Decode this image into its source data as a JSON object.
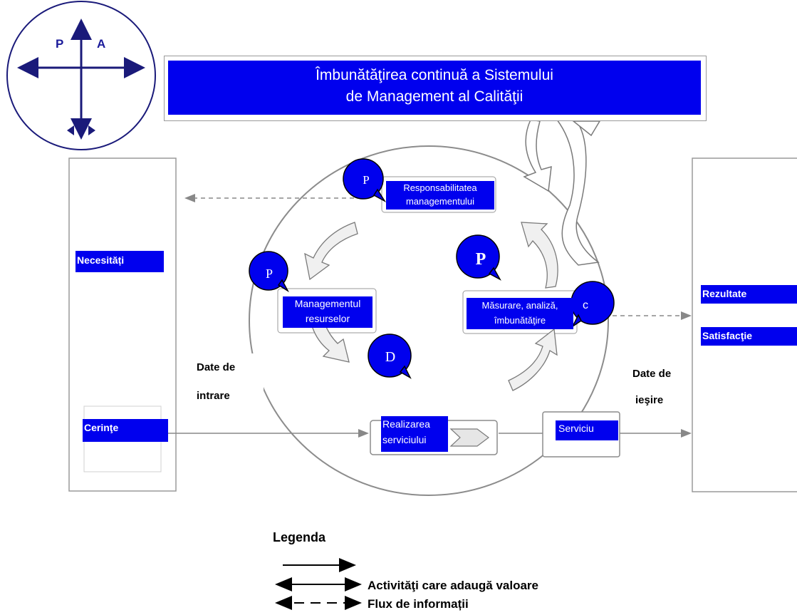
{
  "colors": {
    "accent_blue": "#0000ee",
    "navy": "#1a1a7a",
    "outline_gray": "#8c8c8c",
    "text_white": "#ffffff"
  },
  "compass": {
    "left_letter": "P",
    "right_letter": "A"
  },
  "header": {
    "line1": "Îmbunătăţirea continuă a Sistemului",
    "line2": "de Management al Calităţii"
  },
  "left_panel": {
    "needs_label": "Necesități",
    "requirements_label": "Cerinţe"
  },
  "right_panel": {
    "results_label": "Rezultate",
    "satisfaction_label": "Satisfacţie"
  },
  "processes": {
    "responsibility_line1": "Responsabilitatea",
    "responsibility_line2": "managementului",
    "resources_line1": "Managementul",
    "resources_line2": "resurselor",
    "measurement_line1": "Măsurare, analiză,",
    "measurement_line2": "îmbunătăţire",
    "realization_line1": "Realizarea",
    "realization_line2": "serviciului",
    "service": "Serviciu"
  },
  "bubbles": {
    "top": "P",
    "left": "P",
    "right": "P",
    "measure": "c",
    "resources": "D"
  },
  "io_labels": {
    "input_line1": "Date de",
    "input_line2": "intrare",
    "output_line1": "Date de",
    "output_line2": "ieşire"
  },
  "legend": {
    "title": "Legenda",
    "item_value": "Activităţi care adaugă valoare",
    "item_info": "Flux de informații"
  }
}
